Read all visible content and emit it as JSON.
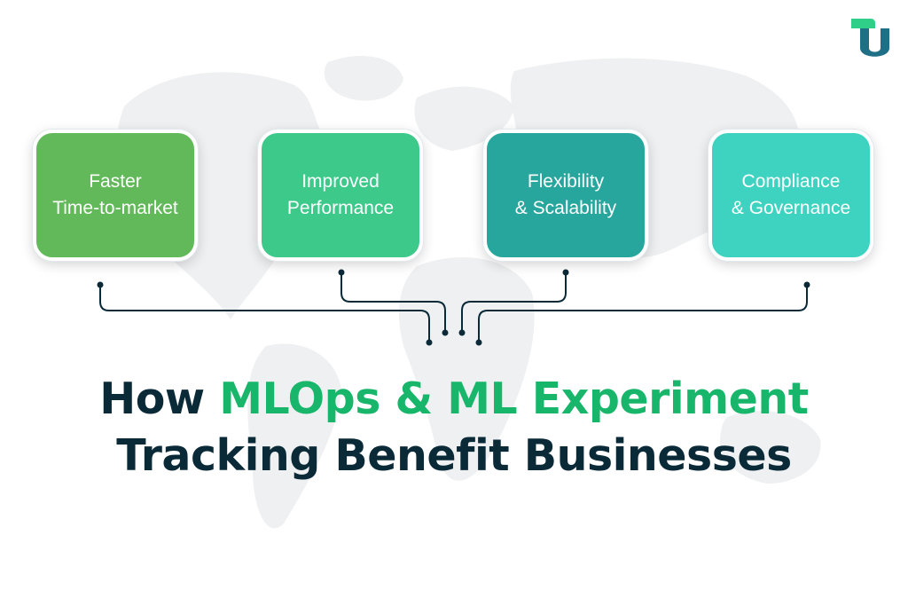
{
  "colors": {
    "box_1": "#62b95a",
    "box_2": "#3cc98a",
    "box_3": "#27a69e",
    "box_4": "#3dd3c0",
    "headline_dark": "#0b2a38",
    "headline_accent": "#18b66a",
    "connector": "#0b2a38",
    "map": "#eef0f2"
  },
  "logo": {
    "icon": "brand-logo-icon"
  },
  "benefits": [
    {
      "line1": "Faster",
      "line2": "Time-to-market"
    },
    {
      "line1": "Improved",
      "line2": "Performance"
    },
    {
      "line1": "Flexibility",
      "line2": "& Scalability"
    },
    {
      "line1": "Compliance",
      "line2": "& Governance"
    }
  ],
  "headline": {
    "prefix": "How ",
    "accent": "MLOps & ML Experiment",
    "line2": "Tracking Benefit Businesses"
  }
}
